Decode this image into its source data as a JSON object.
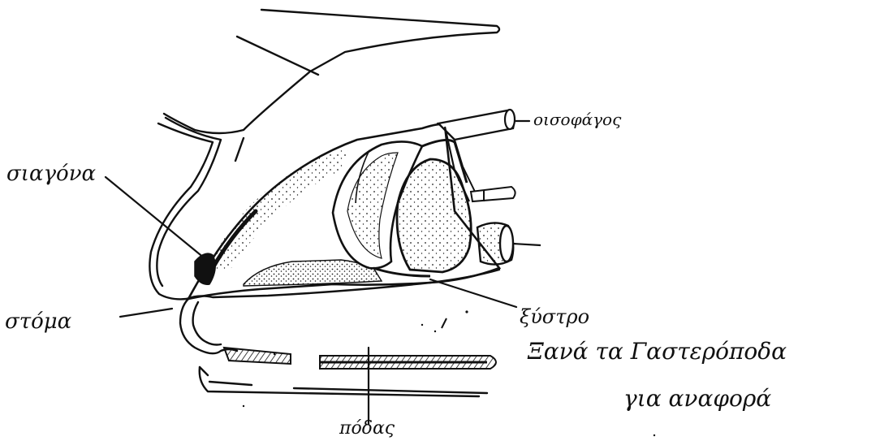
{
  "labels": {
    "oesophagus": "οισοφάγος",
    "jaw": "σιαγόνα",
    "mouth": "στόμα",
    "gizzard": "ξύστρο",
    "foot": "πόδας"
  },
  "note": {
    "line1": "Ξανά τα Γαστερόποδα",
    "line2": "για αναφορά"
  },
  "colors": {
    "ink": "#111111",
    "stipple": "#1a1a1a",
    "paper": "#ffffff"
  }
}
